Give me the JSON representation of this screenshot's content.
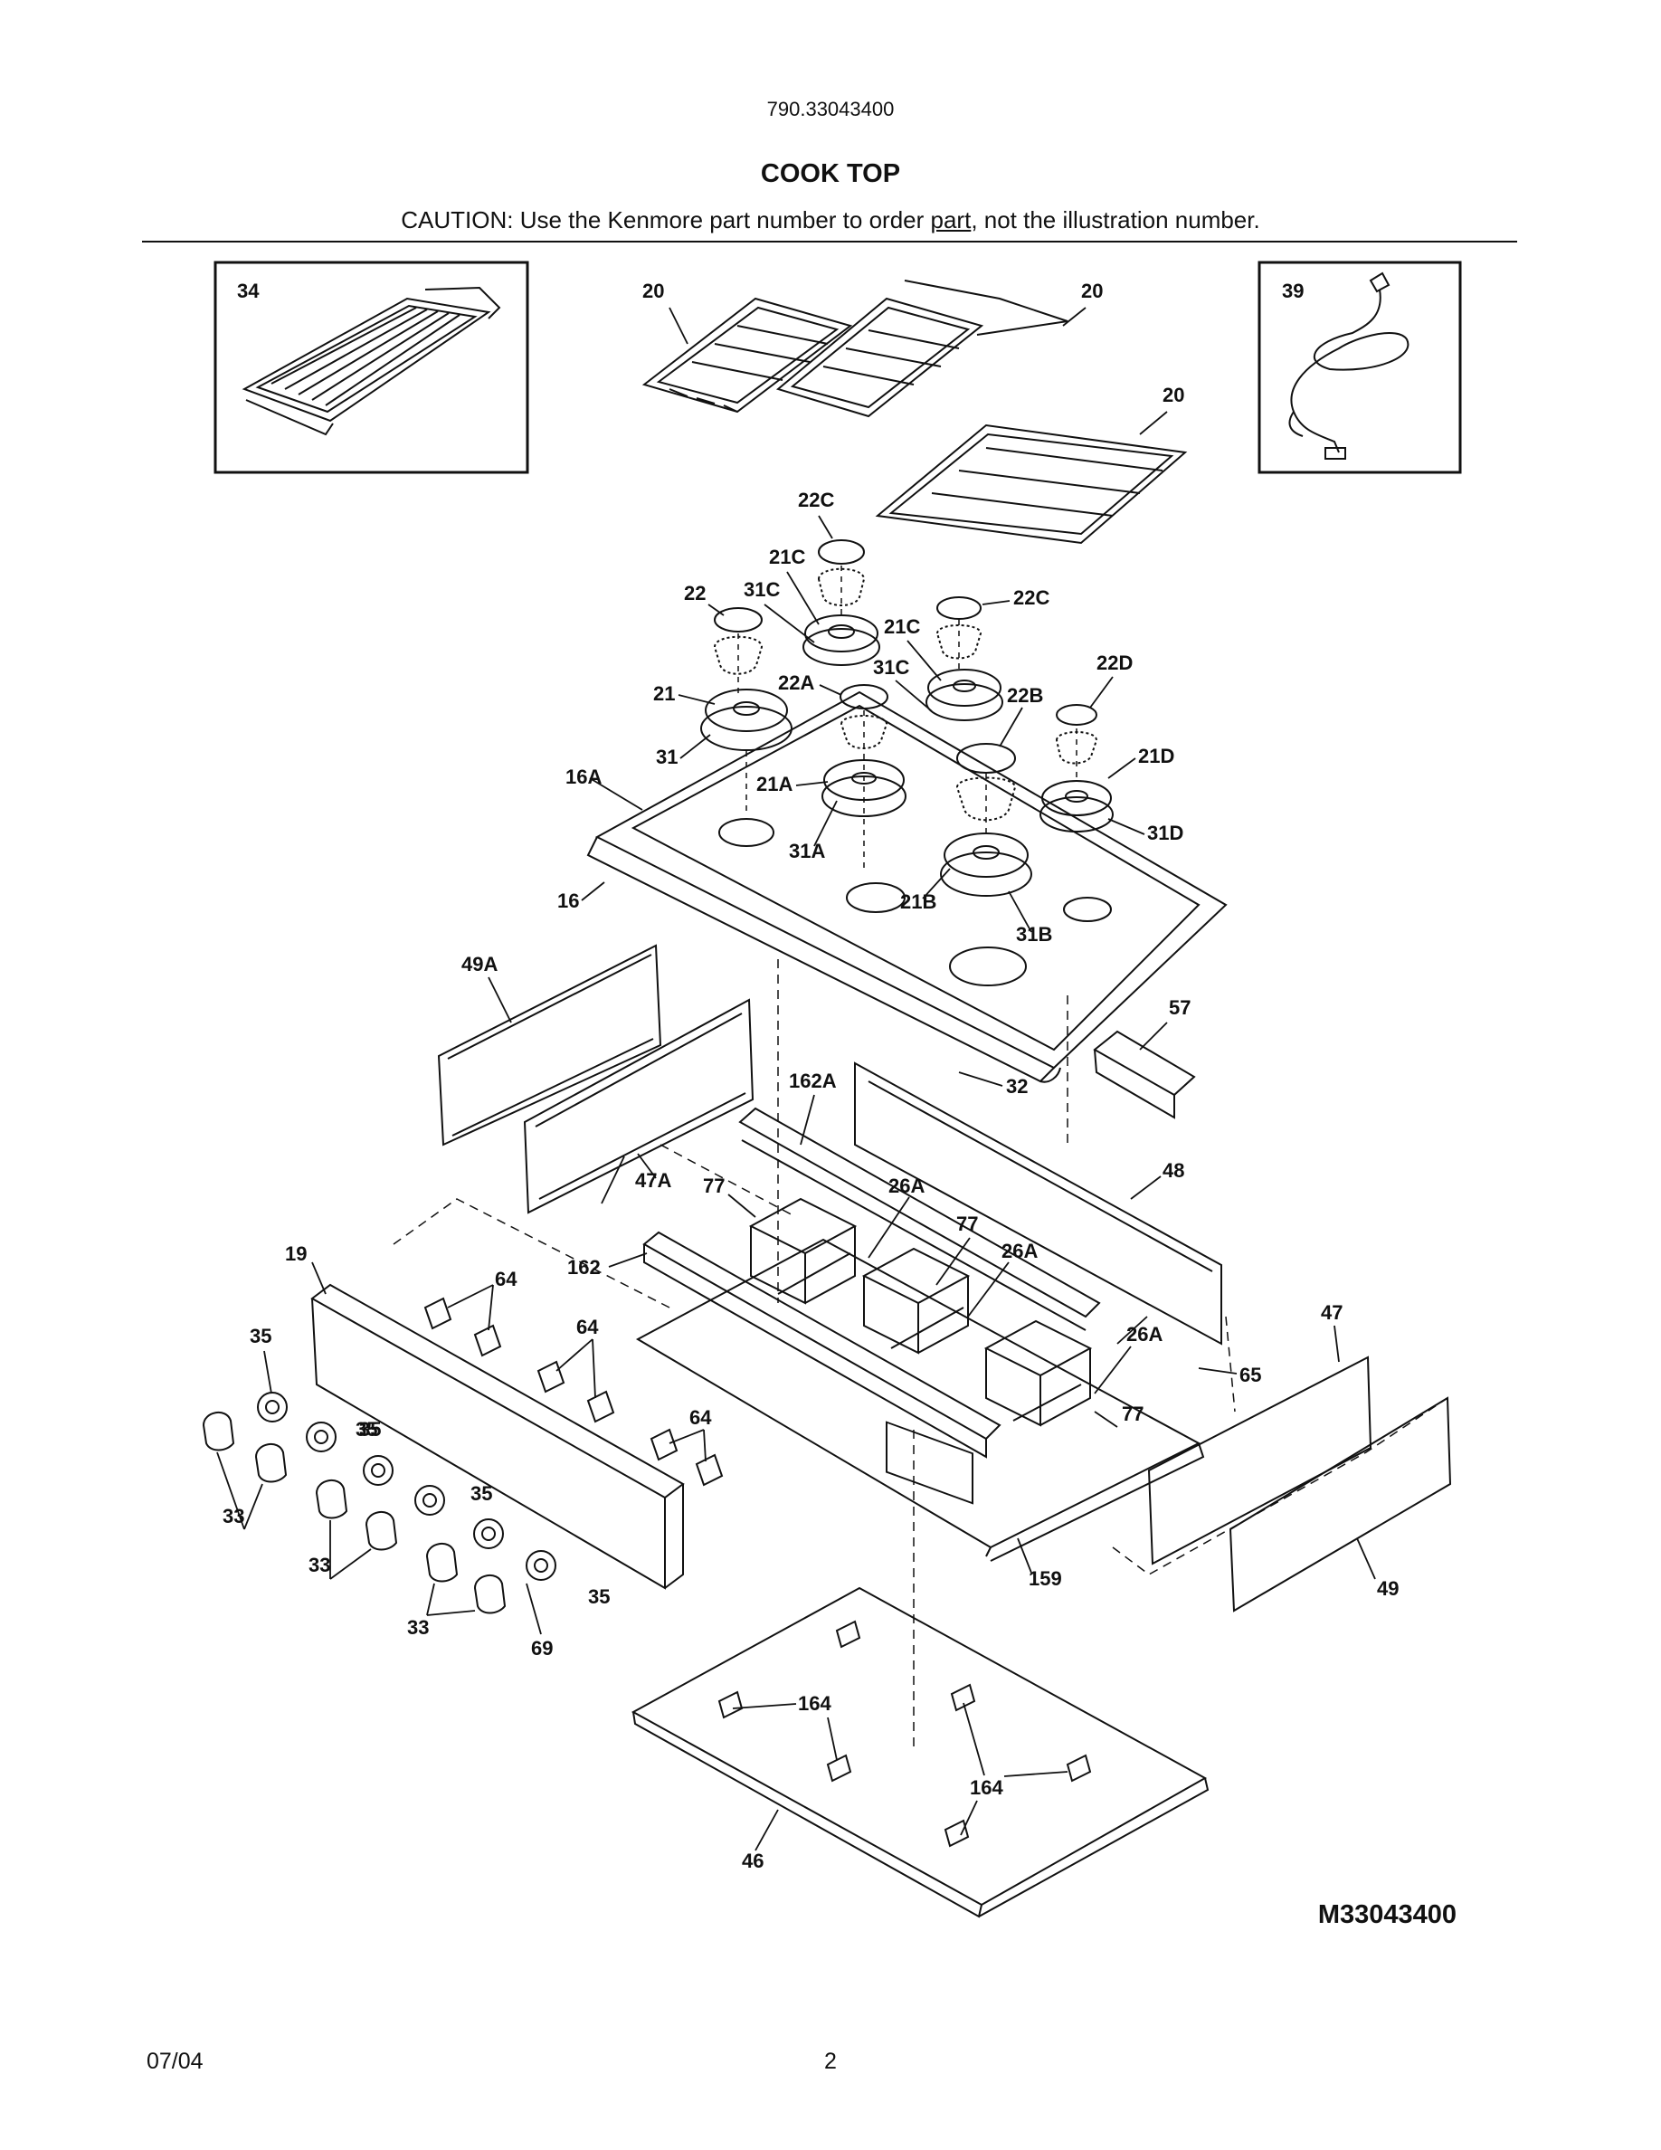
{
  "header": {
    "model_number": "790.33043400",
    "title": "COOK TOP",
    "caution_prefix": "CAUTION: Use the Kenmore part number to order ",
    "caution_link": "part",
    "caution_suffix": ", not the illustration number."
  },
  "callouts": [
    "34",
    "20",
    "20",
    "20",
    "39",
    "22C",
    "21C",
    "22",
    "31C",
    "22C",
    "21C",
    "22D",
    "31C",
    "22A",
    "21",
    "22B",
    "31",
    "21D",
    "16A",
    "21A",
    "31D",
    "31A",
    "16",
    "21B",
    "31B",
    "49A",
    "57",
    "162A",
    "32",
    "47A",
    "48",
    "77",
    "26A",
    "77",
    "19",
    "64",
    "162",
    "26A",
    "64",
    "35",
    "26A",
    "65",
    "47",
    "64",
    "35",
    "35",
    "33",
    "35",
    "33",
    "77",
    "159",
    "49",
    "33",
    "35",
    "69",
    "164",
    "164",
    "46"
  ],
  "footer": {
    "figure_id": "M33043400",
    "date": "07/04",
    "page_number": "2"
  },
  "colors": {
    "ink": "#111111",
    "background": "#ffffff"
  }
}
